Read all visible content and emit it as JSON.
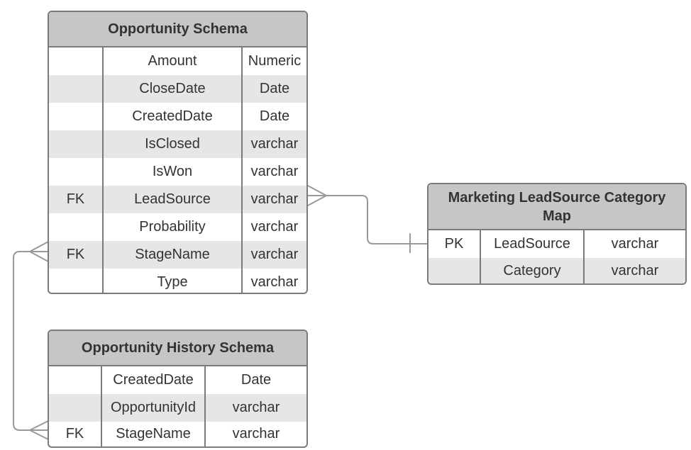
{
  "entities": {
    "opportunity": {
      "title": "Opportunity Schema",
      "rows": [
        {
          "key": "",
          "field": "Amount",
          "type": "Numeric"
        },
        {
          "key": "",
          "field": "CloseDate",
          "type": "Date"
        },
        {
          "key": "",
          "field": "CreatedDate",
          "type": "Date"
        },
        {
          "key": "",
          "field": "IsClosed",
          "type": "varchar"
        },
        {
          "key": "",
          "field": "IsWon",
          "type": "varchar"
        },
        {
          "key": "FK",
          "field": "LeadSource",
          "type": "varchar"
        },
        {
          "key": "",
          "field": "Probability",
          "type": "varchar"
        },
        {
          "key": "FK",
          "field": "StageName",
          "type": "varchar"
        },
        {
          "key": "",
          "field": "Type",
          "type": "varchar"
        }
      ]
    },
    "history": {
      "title": "Opportunity History Schema",
      "rows": [
        {
          "key": "",
          "field": "CreatedDate",
          "type": "Date"
        },
        {
          "key": "",
          "field": "OpportunityId",
          "type": "varchar"
        },
        {
          "key": "FK",
          "field": "StageName",
          "type": "varchar"
        }
      ]
    },
    "leadsource": {
      "title": "Marketing LeadSource Category Map",
      "rows": [
        {
          "key": "PK",
          "field": "LeadSource",
          "type": "varchar"
        },
        {
          "key": "",
          "field": "Category",
          "type": "varchar"
        }
      ]
    }
  },
  "relationships": [
    {
      "from": "Opportunity Schema.LeadSource",
      "to": "Marketing LeadSource Category Map.LeadSource",
      "cardinality": "many-to-one"
    },
    {
      "from": "Opportunity History Schema.StageName",
      "to": "Opportunity Schema.StageName",
      "cardinality": "many-to-many"
    }
  ],
  "colors": {
    "border": "#7a7a7a",
    "header": "#c6c6c6",
    "alt_row": "#e6e6e6",
    "text": "#333333",
    "connector": "#999999"
  }
}
